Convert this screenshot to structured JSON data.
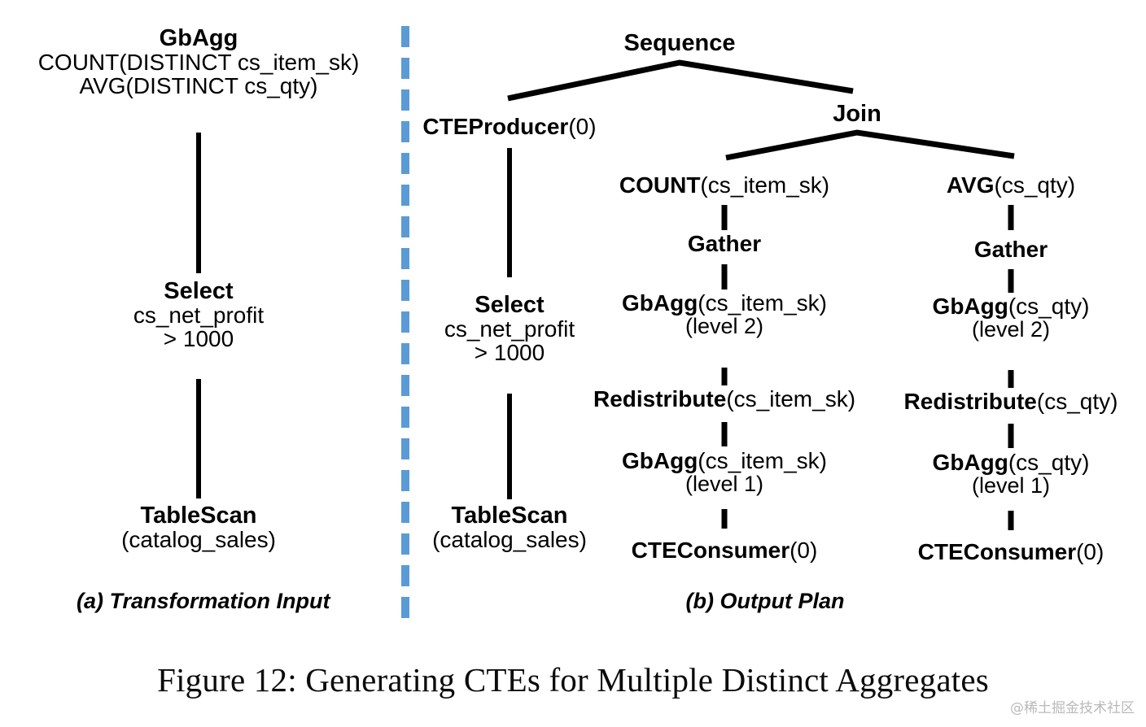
{
  "figure": {
    "caption": "Figure 12: Generating CTEs for Multiple Distinct Aggregates",
    "watermark": "@稀土掘金技术社区"
  },
  "divider": {
    "name": "vertical-dashed-divider",
    "color": "#5B9BD5",
    "style": "dashed"
  },
  "colors": {
    "edge": "#000000",
    "divider": "#5B9BD5",
    "background": "#FFFFFF",
    "text": "#000000"
  },
  "panel_a": {
    "caption": "(a) Transformation Input",
    "nodes": [
      {
        "id": "a-gbagg",
        "lines": [
          {
            "text": "GbAgg",
            "weight": "bold"
          },
          {
            "text": "COUNT(DISTINCT cs_item_sk)",
            "weight": "normal"
          },
          {
            "text": "AVG(DISTINCT cs_qty)",
            "weight": "normal"
          }
        ]
      },
      {
        "id": "a-select",
        "lines": [
          {
            "text": "Select",
            "weight": "bold"
          },
          {
            "text": "cs_net_profit",
            "weight": "normal"
          },
          {
            "text": "> 1000",
            "weight": "normal"
          }
        ]
      },
      {
        "id": "a-tablescan",
        "lines": [
          {
            "text": "TableScan",
            "weight": "bold"
          },
          {
            "text": "(catalog_sales)",
            "weight": "normal"
          }
        ]
      }
    ],
    "edges": [
      {
        "from": "a-gbagg",
        "to": "a-select",
        "style": "solid"
      },
      {
        "from": "a-select",
        "to": "a-tablescan",
        "style": "solid"
      }
    ]
  },
  "panel_b": {
    "caption": "(b) Output Plan",
    "root": {
      "id": "b-sequence",
      "label": "Sequence",
      "weight": "bold"
    },
    "producer_branch": {
      "nodes": [
        {
          "id": "b-cteproducer",
          "lines": [
            {
              "bold": "CTEProducer",
              "plain": "(0)"
            }
          ]
        },
        {
          "id": "b-select",
          "lines": [
            {
              "text": "Select",
              "weight": "bold"
            },
            {
              "text": "cs_net_profit",
              "weight": "normal"
            },
            {
              "text": "> 1000",
              "weight": "normal"
            }
          ]
        },
        {
          "id": "b-tablescan",
          "lines": [
            {
              "text": "TableScan",
              "weight": "bold"
            },
            {
              "text": "(catalog_sales)",
              "weight": "normal"
            }
          ]
        }
      ]
    },
    "join": {
      "id": "b-join",
      "label": "Join",
      "weight": "bold"
    },
    "left_chain": [
      {
        "id": "b-count",
        "bold": "COUNT",
        "plain": "(cs_item_sk)"
      },
      {
        "id": "b-gather-l",
        "bold": "Gather",
        "plain": ""
      },
      {
        "id": "b-gbagg2-l",
        "bold": "GbAgg",
        "plain": "(cs_item_sk)",
        "sub": "(level 2)"
      },
      {
        "id": "b-redist-l",
        "bold": "Redistribute",
        "plain": "(cs_item_sk)"
      },
      {
        "id": "b-gbagg1-l",
        "bold": "GbAgg",
        "plain": "(cs_item_sk)",
        "sub": "(level 1)"
      },
      {
        "id": "b-cteconsumer-l",
        "bold": "CTEConsumer",
        "plain": "(0)"
      }
    ],
    "right_chain": [
      {
        "id": "b-avg",
        "bold": "AVG",
        "plain": "(cs_qty)"
      },
      {
        "id": "b-gather-r",
        "bold": "Gather",
        "plain": ""
      },
      {
        "id": "b-gbagg2-r",
        "bold": "GbAgg",
        "plain": "(cs_qty)",
        "sub": "(level 2)"
      },
      {
        "id": "b-redist-r",
        "bold": "Redistribute",
        "plain": "(cs_qty)"
      },
      {
        "id": "b-gbagg1-r",
        "bold": "GbAgg",
        "plain": "(cs_qty)",
        "sub": "(level 1)"
      },
      {
        "id": "b-cteconsumer-r",
        "bold": "CTEConsumer",
        "plain": "(0)"
      }
    ]
  }
}
